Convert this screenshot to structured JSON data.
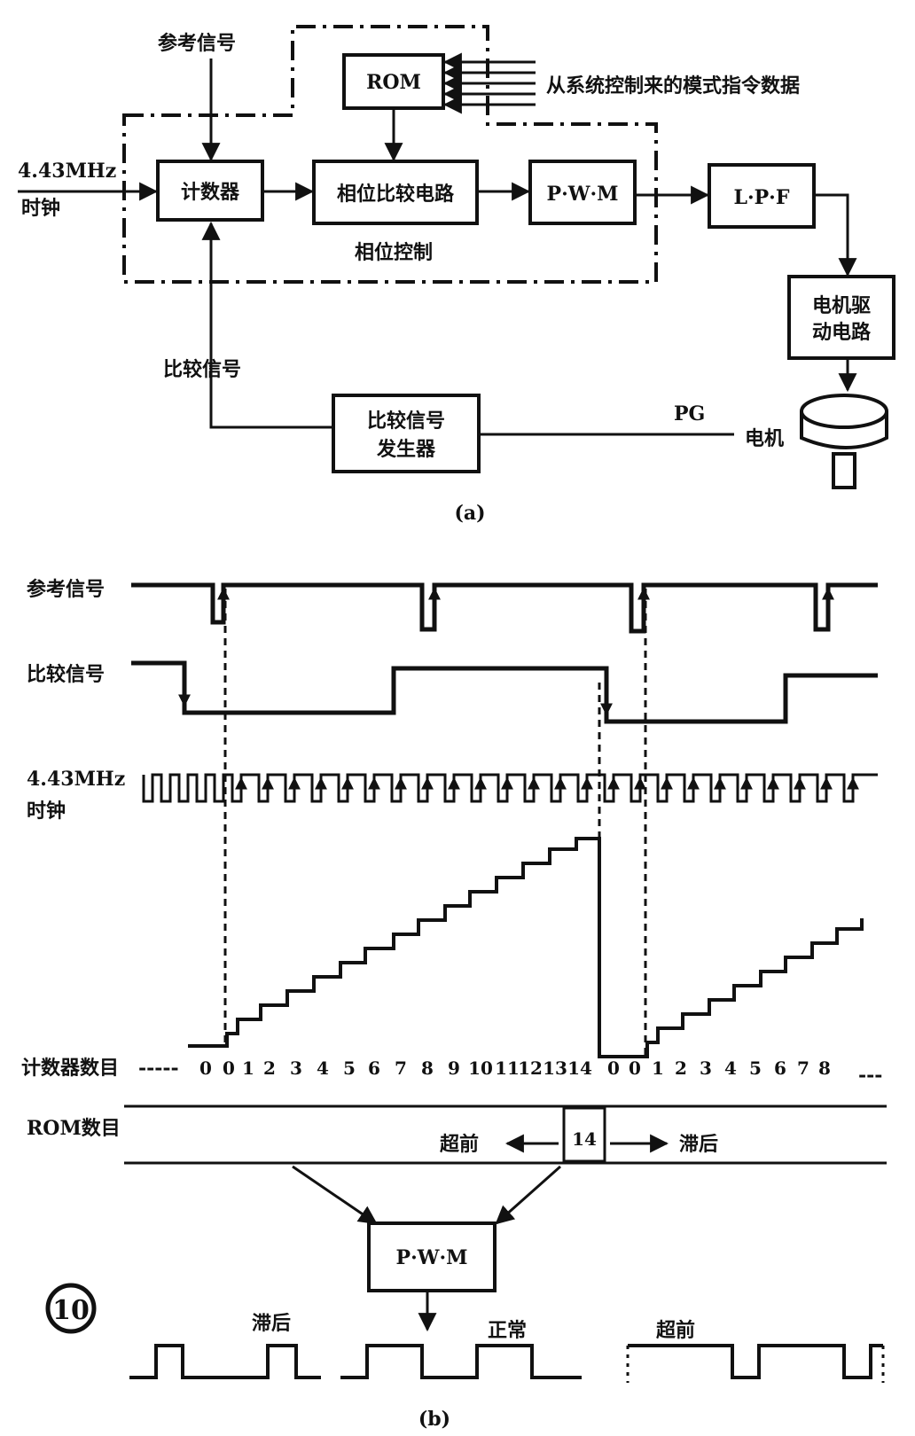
{
  "part_a": {
    "caption": "(a)",
    "ref_signal": "参考信号",
    "clock_line1": "4.43MHz",
    "clock_line2": "时钟",
    "rom": "ROM",
    "mode_data": "从系统控制来的模式指令数据",
    "counter": "计数器",
    "phase_compare": "相位比较电路",
    "pwm": "P·W·M",
    "lpf": "L·P·F",
    "phase_control": "相位控制",
    "motor_drive_line1": "电机驱",
    "motor_drive_line2": "动电路",
    "compare_signal": "比较信号",
    "compare_gen_line1": "比较信号",
    "compare_gen_line2": "发生器",
    "pg": "PG",
    "motor": "电机"
  },
  "part_b": {
    "caption": "(b)",
    "ref_signal": "参考信号",
    "compare_signal": "比较信号",
    "clock_line1": "4.43MHz",
    "clock_line2": "时钟",
    "counter_label": "计数器数目",
    "counter_values": [
      "0",
      "0",
      "1",
      "2",
      "3",
      "4",
      "5",
      "6",
      "7",
      "8",
      "9",
      "10",
      "11",
      "12",
      "13",
      "14",
      "0",
      "0",
      "1",
      "2",
      "3",
      "4",
      "5",
      "6",
      "7",
      "8"
    ],
    "rom_label": "ROM数目",
    "rom_value": "14",
    "lead": "超前",
    "lag": "滞后",
    "pwm": "P·W·M",
    "figure_number": "10",
    "wave_lag": "滞后",
    "wave_normal": "正常",
    "wave_lead": "超前"
  }
}
